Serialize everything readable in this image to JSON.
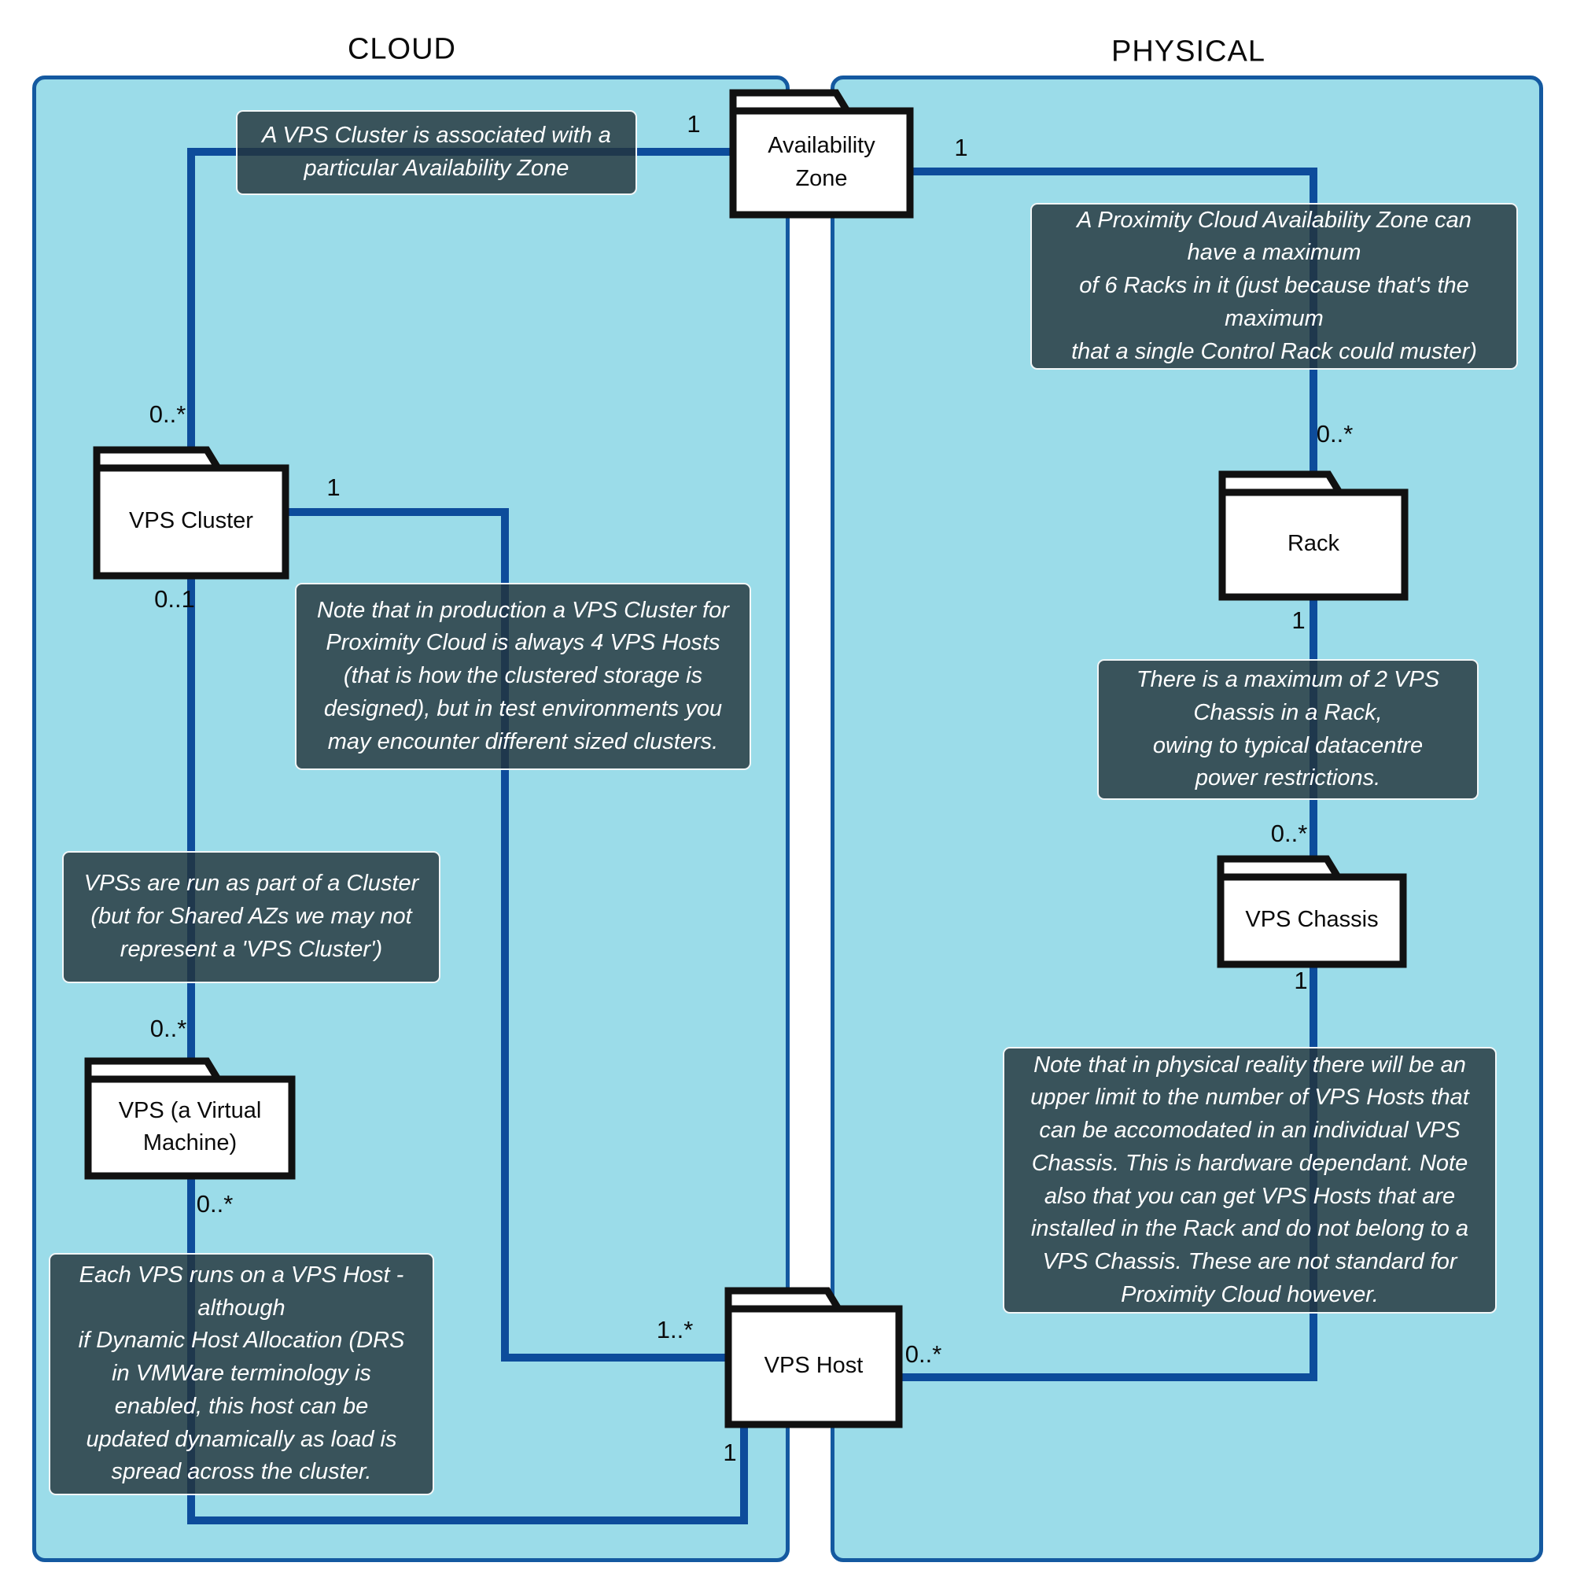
{
  "titles": {
    "left": "CLOUD",
    "right": "PHYSICAL"
  },
  "packages": {
    "availability_zone": {
      "label": "Availability\nZone"
    },
    "vps_cluster": {
      "label": "VPS Cluster"
    },
    "rack": {
      "label": "Rack"
    },
    "vps_chassis": {
      "label": "VPS Chassis"
    },
    "vps": {
      "label": "VPS (a Virtual\nMachine)"
    },
    "vps_host": {
      "label": "VPS Host"
    }
  },
  "notes": {
    "az_cluster": "A VPS Cluster is associated with a\nparticular Availability Zone",
    "az_racks": "A Proximity Cloud Availability Zone can\nhave a maximum\nof 6 Racks in it (just because that's the\nmaximum\nthat a single Control Rack could muster)",
    "cluster_hosts": "Note that in production a VPS Cluster for\nProximity Cloud is always 4 VPS Hosts\n(that is how the clustered storage is\ndesigned), but in test environments you\nmay encounter different sized clusters.",
    "rack_chassis": "There is a maximum of 2 VPS\nChassis in a Rack,\nowing to typical datacentre\npower restrictions.",
    "vps_cluster_note": "VPSs are run as part of a Cluster\n(but for Shared AZs we may not\nrepresent a 'VPS Cluster')",
    "chassis_hosts": "Note that in physical reality there will be an\nupper limit to  the number of VPS Hosts that\ncan be accomodated in an individual VPS\nChassis.  This is hardware dependant. Note\nalso that you can get VPS Hosts that are\ninstalled in the Rack and do not belong to a\nVPS Chassis. These are not standard for\nProximity Cloud however.",
    "vps_host_note": "Each VPS runs on a VPS Host -\nalthough\nif Dynamic Host Allocation  (DRS\nin VMWare terminology is\nenabled,  this host can be\nupdated dynamically as load is\nspread across the cluster."
  },
  "multiplicities": {
    "m_az_left": "1",
    "m_az_right": "1",
    "m_cluster_top": "0..*",
    "m_cluster_bottom": "0..1",
    "m_cluster_right": "1",
    "m_vps_top": "0..*",
    "m_vps_bottom": "0..*",
    "m_host_left": "1..*",
    "m_host_bottom": "1",
    "m_host_right": "0..*",
    "m_rack_top": "0..*",
    "m_rack_bottom": "1",
    "m_chassis_top": "0..*",
    "m_chassis_bottom": "1"
  },
  "colors": {
    "panel_fill": "#9bdce9",
    "panel_border": "#1459a0",
    "connector": "#0d4c9b",
    "note_border": "#f2f6f7",
    "note_text": "#ffffff",
    "box_border": "#111111",
    "box_fill": "#ffffff",
    "text": "#111111"
  }
}
